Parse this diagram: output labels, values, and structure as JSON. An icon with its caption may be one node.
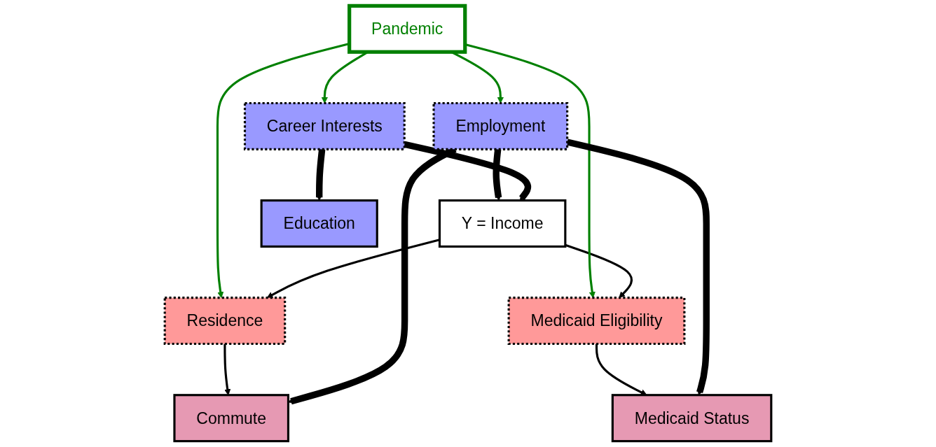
{
  "diagram": {
    "nodes": [
      {
        "text": [
          "Y = Income"
        ]
      },
      {
        "text": [
          "Pandemic"
        ]
      },
      {
        "text": [
          "Career Interests"
        ]
      },
      {
        "text": [
          "Employment"
        ]
      },
      {
        "text": [
          "Residence"
        ]
      },
      {
        "text": [
          "Medicaid Eligibility"
        ]
      },
      {
        "text": [
          "Education"
        ]
      },
      {
        "text": [
          "Commute"
        ]
      },
      {
        "text": [
          "Medicaid Status"
        ]
      }
    ],
    "edges": [
      {
        "from": 2,
        "to": 0,
        "arrow": "to",
        "style": "thick"
      },
      {
        "from": 3,
        "to": 0,
        "arrow": "to",
        "style": "thick"
      },
      {
        "from": 0,
        "to": 4,
        "arrow": "to"
      },
      {
        "from": 0,
        "to": 5,
        "arrow": "to"
      },
      {
        "from": 1,
        "to": 2,
        "arrow": "to",
        "color": "#008000"
      },
      {
        "from": 1,
        "to": 3,
        "arrow": "to",
        "color": "#008000"
      },
      {
        "from": 1,
        "to": 4,
        "arrow": "to",
        "color": "#008000"
      },
      {
        "from": 1,
        "to": 5,
        "arrow": "to",
        "color": "#008000"
      },
      {
        "from": 2,
        "to": 6,
        "arrow": "to",
        "style": "thick"
      },
      {
        "from": 3,
        "to": 7,
        "arrow": "to",
        "style": "thick"
      },
      {
        "from": 3,
        "to": 8,
        "arrow": "to",
        "style": "thick"
      },
      {
        "from": 4,
        "to": 7,
        "arrow": "to"
      },
      {
        "from": 5,
        "to": 8,
        "arrow": "to"
      }
    ]
  }
}
